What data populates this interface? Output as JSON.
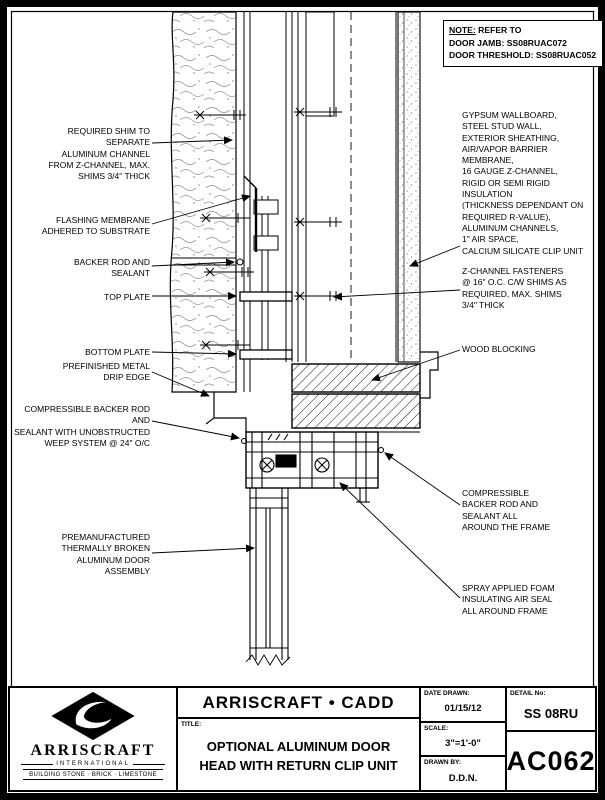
{
  "note": {
    "title": "NOTE:",
    "refer": "REFER TO",
    "jamb": "DOOR JAMB: SS08RUAC072",
    "threshold": "DOOR THRESHOLD: SS08RUAC052"
  },
  "labels_left": [
    {
      "text": "REQUIRED SHIM TO\nSEPARATE\nALUMINUM CHANNEL\nFROM Z-CHANNEL, MAX.\nSHIMS 3/4\" THICK"
    },
    {
      "text": "FLASHING MEMBRANE\nADHERED TO SUBSTRATE"
    },
    {
      "text": "BACKER ROD AND\nSEALANT"
    },
    {
      "text": "TOP PLATE"
    },
    {
      "text": "BOTTOM PLATE"
    },
    {
      "text": "PREFINISHED METAL\nDRIP EDGE"
    },
    {
      "text": "COMPRESSIBLE BACKER ROD AND\nSEALANT WITH UNOBSTRUCTED\nWEEP SYSTEM @ 24\" O/C"
    },
    {
      "text": "PREMANUFACTURED\nTHERMALLY BROKEN\nALUMINUM DOOR\nASSEMBLY"
    }
  ],
  "labels_right": [
    {
      "text": "GYPSUM WALLBOARD,\nSTEEL STUD WALL,\nEXTERIOR SHEATHING,\nAIR/VAPOR BARRIER MEMBRANE,\n16 GAUGE Z-CHANNEL,\nRIGID OR SEMI RIGID INSULATION\n(THICKNESS DEPENDANT ON\nREQUIRED R-VALUE),\nALUMINUM CHANNELS,\n1\" AIR SPACE,\nCALCIUM SILICATE CLIP UNIT"
    },
    {
      "text": "Z-CHANNEL FASTENERS\n@ 16\" O.C. C/W SHIMS AS\nREQUIRED, MAX. SHIMS\n3/4\" THICK"
    },
    {
      "text": "WOOD BLOCKING"
    },
    {
      "text": "COMPRESSIBLE\nBACKER ROD AND\nSEALANT ALL\nAROUND THE FRAME"
    },
    {
      "text": "SPRAY APPLIED FOAM\nINSULATING AIR SEAL\nALL AROUND FRAME"
    }
  ],
  "title_block": {
    "cadd": "ARRISCRAFT • CADD",
    "title_label": "TITLE:",
    "title": "OPTIONAL ALUMINUM DOOR\nHEAD WITH RETURN CLIP UNIT",
    "date_label": "DATE DRAWN:",
    "date": "01/15/12",
    "scale_label": "SCALE:",
    "scale": "3\"=1'-0\"",
    "drawn_label": "DRAWN BY:",
    "drawn": "D.D.N.",
    "detail_label": "DETAIL No:",
    "detail_no": "SS 08RU",
    "detail_code": "AC062",
    "logo": {
      "name": "ARRISCRAFT",
      "international": "INTERNATIONAL",
      "tagline": "BUILDING STONE · BRICK · LIMESTONE"
    }
  }
}
